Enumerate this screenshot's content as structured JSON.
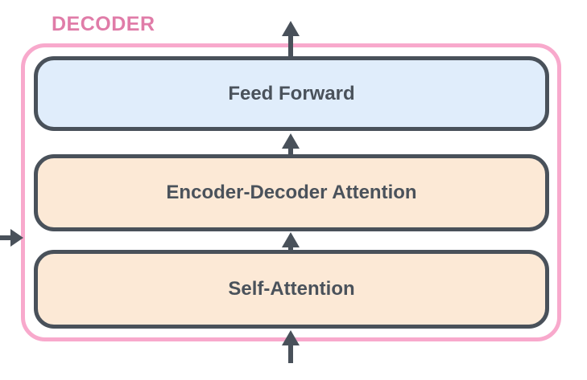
{
  "diagram": {
    "title": "DECODER",
    "blocks": [
      {
        "id": "feed-forward",
        "label": "Feed Forward",
        "fill": "#e0edfb"
      },
      {
        "id": "encoder-decoder-attention",
        "label": "Encoder-Decoder Attention",
        "fill": "#fce9d6"
      },
      {
        "id": "self-attention",
        "label": "Self-Attention",
        "fill": "#fce9d6"
      }
    ],
    "arrows": [
      {
        "id": "decoder-output-arrow",
        "direction": "up",
        "from": "Feed Forward",
        "to": "output"
      },
      {
        "id": "feed-forward-input-arrow",
        "direction": "up",
        "from": "Encoder-Decoder Attention",
        "to": "Feed Forward"
      },
      {
        "id": "encoder-decoder-attention-input-arrow",
        "direction": "up",
        "from": "Self-Attention",
        "to": "Encoder-Decoder Attention"
      },
      {
        "id": "decoder-input-arrow",
        "direction": "up",
        "from": "input",
        "to": "Self-Attention"
      },
      {
        "id": "encoder-input-arrow",
        "direction": "right",
        "from": "encoder",
        "to": "DECODER"
      }
    ],
    "colors": {
      "outline_pink": "#f8a9cc",
      "title_pink": "#e07ca8",
      "dark_slate": "#49515a",
      "feed_forward_fill": "#e0edfb",
      "attention_fill": "#fce9d6",
      "background": "#ffffff"
    }
  }
}
